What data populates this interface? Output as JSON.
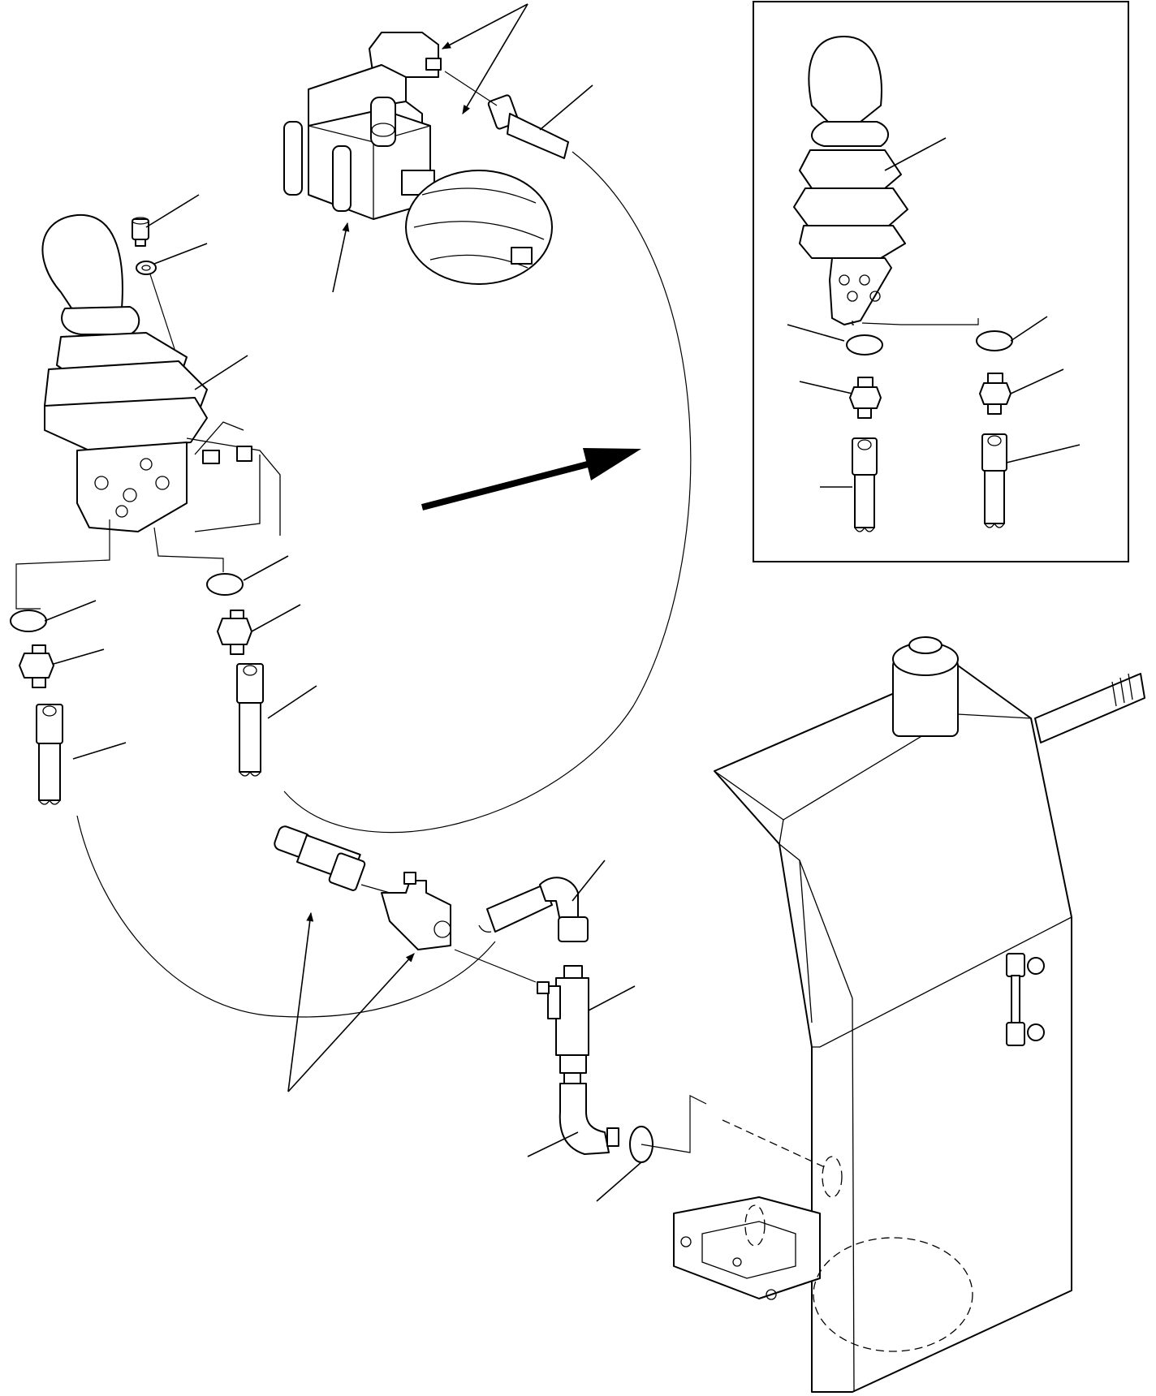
{
  "diagram": {
    "type": "exploded-parts-view",
    "colors": {
      "line": "#000000",
      "background": "#ffffff"
    },
    "components": [
      "joystick-lever",
      "detail-inset-joystick",
      "pilot-valve-with-accumulator",
      "hydraulic-tank",
      "hoses",
      "fittings",
      "o-rings",
      "tee-fitting",
      "elbow-fitting"
    ],
    "callout_labels": []
  }
}
